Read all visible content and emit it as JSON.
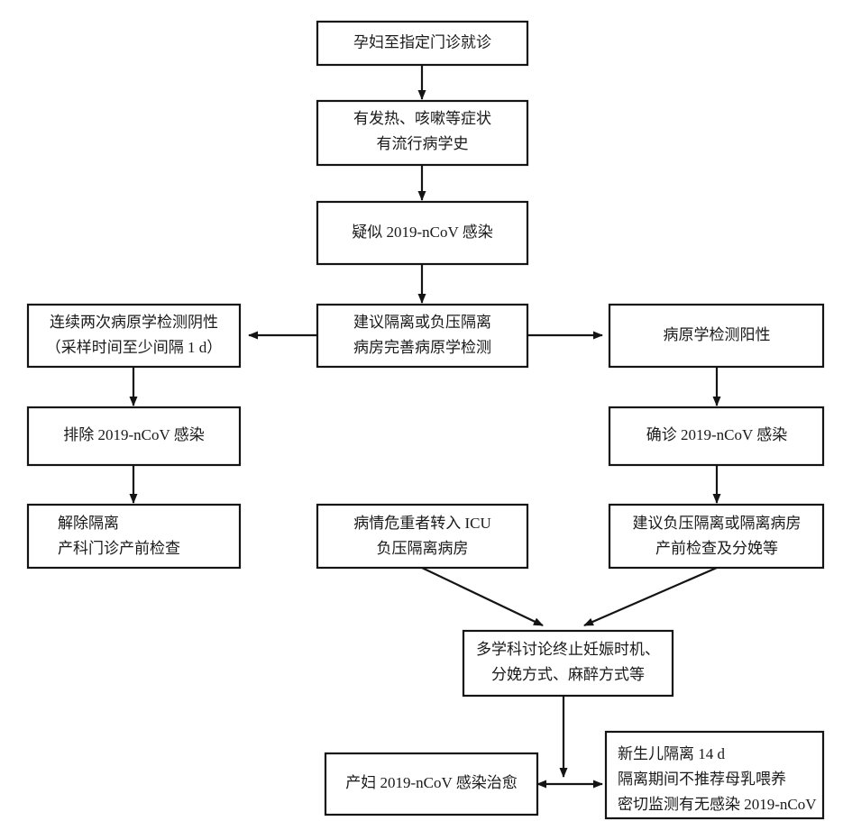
{
  "figure": {
    "kind": "flowchart",
    "orientation": "top-down",
    "background_color": "#ffffff",
    "line_color": "#141414",
    "text_color": "#1a1a1a"
  },
  "nodes": {
    "visit_clinic": {
      "lines": [
        "孕妇至指定门诊就诊"
      ],
      "align": "center"
    },
    "symptoms": {
      "lines": [
        "有发热、咳嗽等症状",
        "有流行病学史"
      ],
      "align": "center"
    },
    "suspected": {
      "lines": [
        "疑似 2019-nCoV 感染"
      ],
      "align": "center"
    },
    "isolate_test": {
      "lines": [
        "建议隔离或负压隔离",
        "病房完善病原学检测"
      ],
      "align": "center"
    },
    "two_negative": {
      "lines": [
        "连续两次病原学检测阴性",
        "（采样时间至少间隔 1 d）"
      ],
      "align": "center"
    },
    "positive": {
      "lines": [
        "病原学检测阳性"
      ],
      "align": "center"
    },
    "excluded": {
      "lines": [
        "排除 2019-nCoV 感染"
      ],
      "align": "center"
    },
    "confirmed": {
      "lines": [
        "确诊 2019-nCoV 感染"
      ],
      "align": "center"
    },
    "release_isolation": {
      "lines": [
        "解除隔离",
        "产科门诊产前检查"
      ],
      "align": "left"
    },
    "icu_transfer": {
      "lines": [
        "病情危重者转入 ICU",
        "负压隔离病房"
      ],
      "align": "center"
    },
    "negative_pressure_ward": {
      "lines": [
        "建议负压隔离或隔离病房",
        "产前检查及分娩等"
      ],
      "align": "center"
    },
    "mdt_discussion": {
      "lines": [
        "多学科讨论终止妊娠时机、",
        "分娩方式、麻醉方式等"
      ],
      "align": "center"
    },
    "mother_cured": {
      "lines": [
        "产妇 2019-nCoV 感染治愈"
      ],
      "align": "center"
    },
    "newborn_care": {
      "lines": [
        "新生儿隔离 14 d",
        "隔离期间不推荐母乳喂养",
        "密切监测有无感染 2019-nCoV"
      ],
      "align": "left"
    }
  },
  "edges": [
    {
      "name": "edge-visit-to-symptoms",
      "from": "visit_clinic",
      "to": "symptoms",
      "arrow": "single"
    },
    {
      "name": "edge-symptoms-to-suspected",
      "from": "symptoms",
      "to": "suspected",
      "arrow": "single"
    },
    {
      "name": "edge-suspected-to-isolate",
      "from": "suspected",
      "to": "isolate_test",
      "arrow": "single"
    },
    {
      "name": "edge-isolate-to-two-negative",
      "from": "isolate_test",
      "to": "two_negative",
      "arrow": "single"
    },
    {
      "name": "edge-isolate-to-positive",
      "from": "isolate_test",
      "to": "positive",
      "arrow": "single"
    },
    {
      "name": "edge-two-negative-to-excluded",
      "from": "two_negative",
      "to": "excluded",
      "arrow": "single"
    },
    {
      "name": "edge-positive-to-confirmed",
      "from": "positive",
      "to": "confirmed",
      "arrow": "single"
    },
    {
      "name": "edge-excluded-to-release",
      "from": "excluded",
      "to": "release_isolation",
      "arrow": "single"
    },
    {
      "name": "edge-confirmed-to-ward",
      "from": "confirmed",
      "to": "negative_pressure_ward",
      "arrow": "single"
    },
    {
      "name": "edge-icu-to-mdt",
      "from": "icu_transfer",
      "to": "mdt_discussion",
      "arrow": "single"
    },
    {
      "name": "edge-ward-to-mdt",
      "from": "negative_pressure_ward",
      "to": "mdt_discussion",
      "arrow": "single"
    },
    {
      "name": "edge-mdt-to-outcomes",
      "from": "mdt_discussion",
      "to": "mother_cured",
      "arrow": "double"
    }
  ]
}
